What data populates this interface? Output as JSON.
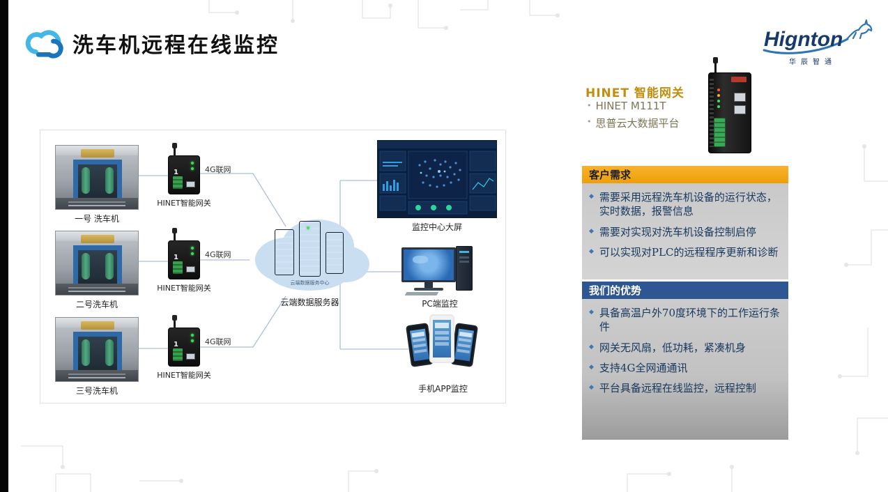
{
  "header": {
    "title": "洗车机远程在线监控"
  },
  "logo": {
    "name": "Hignton",
    "subtitle": "华辰智通"
  },
  "product": {
    "title": "HINET 智能网关",
    "bullets": [
      "HINET  M111T",
      "思普云大数据平台"
    ]
  },
  "customer_needs": {
    "title": "客户需求",
    "items": [
      "需要采用远程洗车机设备的运行状态，实时数据，报警信息",
      "需要对实现对洗车机设备控制启停",
      "可以实现对PLC的远程程序更新和诊断"
    ]
  },
  "advantages": {
    "title": "我们的优势",
    "items": [
      "具备高温户外70度环境下的工作运行条件",
      "网关无风扇，低功耗，紧凑机身",
      "支持4G全网通通讯",
      "平台具备远程在线监控，远程控制"
    ]
  },
  "diagram": {
    "machines": [
      "一号 洗车机",
      "二号洗车机",
      "三号洗车机"
    ],
    "gateway_label": "HINET智能网关",
    "gateway_digit": "1",
    "link_label": "4G联网",
    "cloud": {
      "label": "云端数据服务器",
      "inner_label": "云端数据服务中心"
    },
    "outputs": {
      "screen": "监控中心大屏",
      "pc": "PC端监控",
      "app": "手机APP监控"
    }
  }
}
